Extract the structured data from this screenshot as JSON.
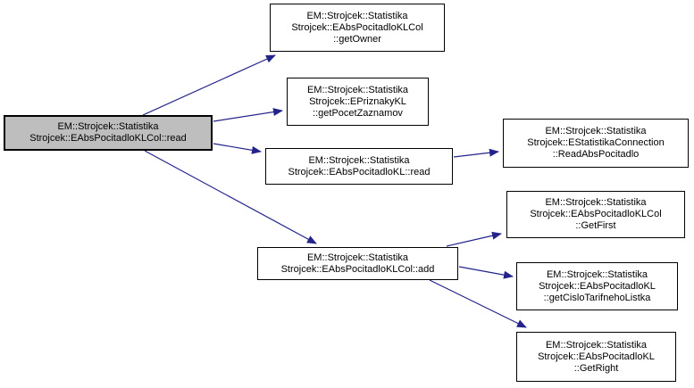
{
  "diagram": {
    "type": "doxygen-call-graph",
    "background": "#ffffff",
    "colors": {
      "edge": "#23238b",
      "node_border": "#000000",
      "node_fill": "#ffffff",
      "root_fill": "#bebebe",
      "text": "#000000"
    },
    "nodes": [
      {
        "id": "read-klcol",
        "role": "root",
        "lines": [
          "EM::Strojcek::Statistika",
          "Strojcek::EAbsPocitadloKLCol::read"
        ]
      },
      {
        "id": "getOwner",
        "lines": [
          "EM::Strojcek::Statistika",
          "Strojcek::EAbsPocitadloKLCol",
          "::getOwner"
        ]
      },
      {
        "id": "getPocetZaznamov",
        "lines": [
          "EM::Strojcek::Statistika",
          "Strojcek::EPriznakyKL",
          "::getPocetZaznamov"
        ]
      },
      {
        "id": "read-kl",
        "lines": [
          "EM::Strojcek::Statistika",
          "Strojcek::EAbsPocitadloKL::read"
        ]
      },
      {
        "id": "ReadAbsPocitadlo",
        "lines": [
          "EM::Strojcek::Statistika",
          "Strojcek::EStatistikaConnection",
          "::ReadAbsPocitadlo"
        ]
      },
      {
        "id": "add",
        "lines": [
          "EM::Strojcek::Statistika",
          "Strojcek::EAbsPocitadloKLCol::add"
        ]
      },
      {
        "id": "GetFirst",
        "lines": [
          "EM::Strojcek::Statistika",
          "Strojcek::EAbsPocitadloKLCol",
          "::GetFirst"
        ]
      },
      {
        "id": "getCisloTarifnehoListka",
        "lines": [
          "EM::Strojcek::Statistika",
          "Strojcek::EAbsPocitadloKL",
          "::getCisloTarifnehoListka"
        ]
      },
      {
        "id": "GetRight",
        "lines": [
          "EM::Strojcek::Statistika",
          "Strojcek::EAbsPocitadloKL",
          "::GetRight"
        ]
      }
    ],
    "edges": [
      {
        "from": "read-klcol",
        "to": "getOwner"
      },
      {
        "from": "read-klcol",
        "to": "getPocetZaznamov"
      },
      {
        "from": "read-klcol",
        "to": "read-kl"
      },
      {
        "from": "read-klcol",
        "to": "add"
      },
      {
        "from": "read-kl",
        "to": "ReadAbsPocitadlo"
      },
      {
        "from": "add",
        "to": "GetFirst"
      },
      {
        "from": "add",
        "to": "getCisloTarifnehoListka"
      },
      {
        "from": "add",
        "to": "GetRight"
      }
    ]
  }
}
